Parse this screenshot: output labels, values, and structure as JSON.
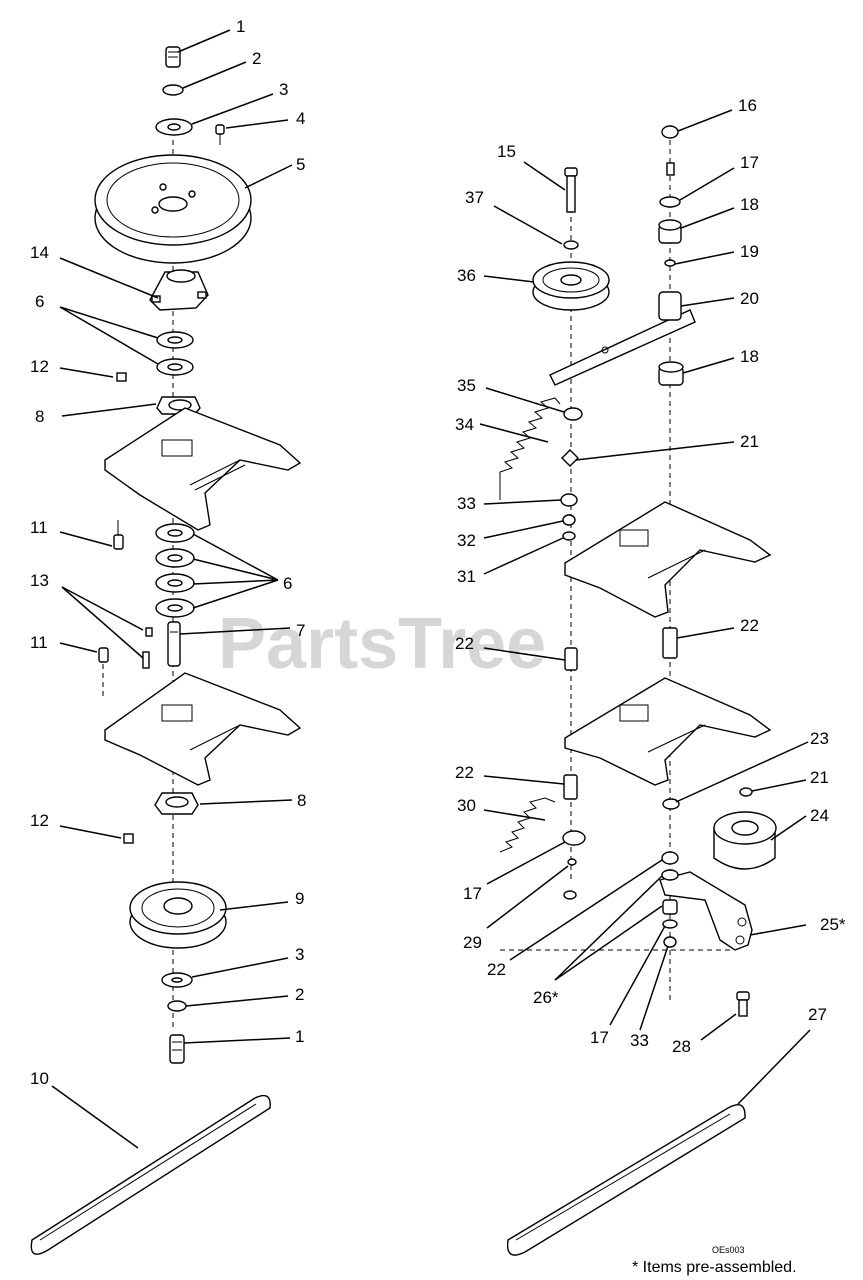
{
  "watermark": "PartsTree",
  "drawing_code": "OEs003",
  "footnote": "* Items pre-assembled.",
  "callouts": {
    "c1a": "1",
    "c2a": "2",
    "c3a": "3",
    "c4": "4",
    "c5": "5",
    "c14": "14",
    "c6a": "6",
    "c12a": "12",
    "c8a": "8",
    "c11a": "11",
    "c6b": "6",
    "c13": "13",
    "c7": "7",
    "c11b": "11",
    "c8b": "8",
    "c12b": "12",
    "c9": "9",
    "c3b": "3",
    "c2b": "2",
    "c1b": "1",
    "c10": "10",
    "c16": "16",
    "c15": "15",
    "c17a": "17",
    "c37": "37",
    "c18a": "18",
    "c19": "19",
    "c36": "36",
    "c20": "20",
    "c18b": "18",
    "c35": "35",
    "c34": "34",
    "c21a": "21",
    "c33a": "33",
    "c32": "32",
    "c31": "31",
    "c22a": "22",
    "c22b": "22",
    "c23": "23",
    "c22c": "22",
    "c21b": "21",
    "c30": "30",
    "c24": "24",
    "c17b": "17",
    "c25": "25*",
    "c29": "29",
    "c22d": "22",
    "c26": "26*",
    "c17c": "17",
    "c33b": "33",
    "c28": "28",
    "c27": "27"
  }
}
